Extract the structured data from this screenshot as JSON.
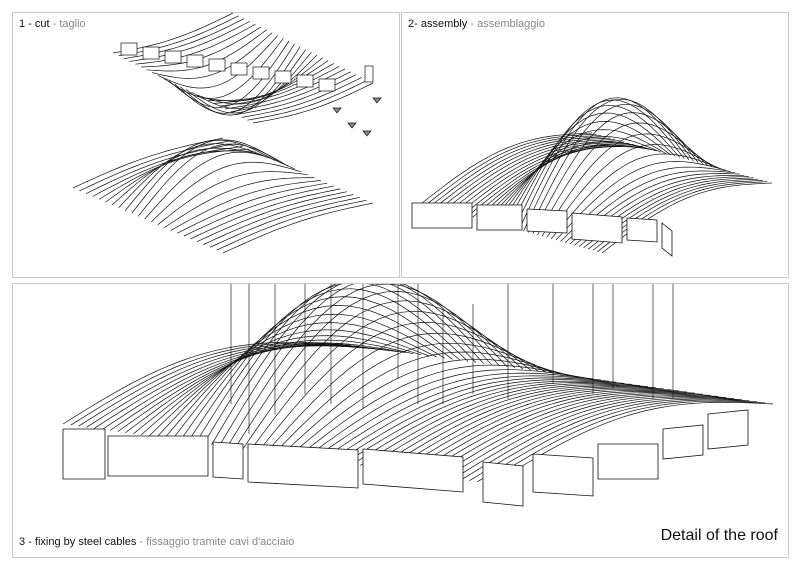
{
  "panels": [
    {
      "num": "1 - ",
      "en": "cut",
      "sep": " - ",
      "it": "taglio"
    },
    {
      "num": "2- ",
      "en": "assembly",
      "sep": " - ",
      "it": "assemblaggio"
    },
    {
      "num": "3 - ",
      "en": "fixing by steel cables",
      "sep": " - ",
      "it": "fissaggio tramite cavi d'acciaio"
    }
  ],
  "title": "Detail of the roof",
  "colors": {
    "line": "#111111",
    "caption_it": "#888888",
    "border": "#c8c8c8"
  }
}
